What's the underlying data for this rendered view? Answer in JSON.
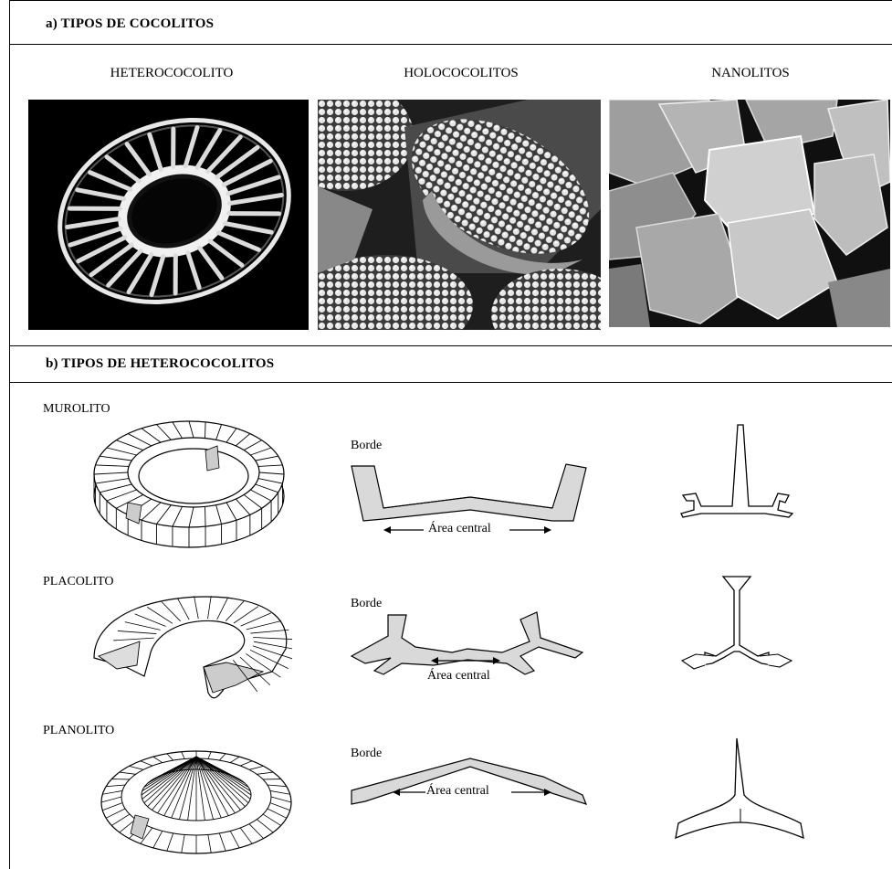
{
  "section_a": {
    "title": "a) TIPOS DE COCOLITOS",
    "columns": [
      "HETEROCOCOLITO",
      "HOLOCOCOLITOS",
      "NANOLITOS"
    ]
  },
  "section_b": {
    "title": "b) TIPOS DE HETEROCOCOLITOS",
    "rows": [
      {
        "label": "MUROLITO",
        "borde": "Borde",
        "area": "Área central"
      },
      {
        "label": "PLACOLITO",
        "borde": "Borde",
        "area": "Área central"
      },
      {
        "label": "PLANOLITO",
        "borde": "Borde",
        "area": "Área central"
      }
    ]
  }
}
